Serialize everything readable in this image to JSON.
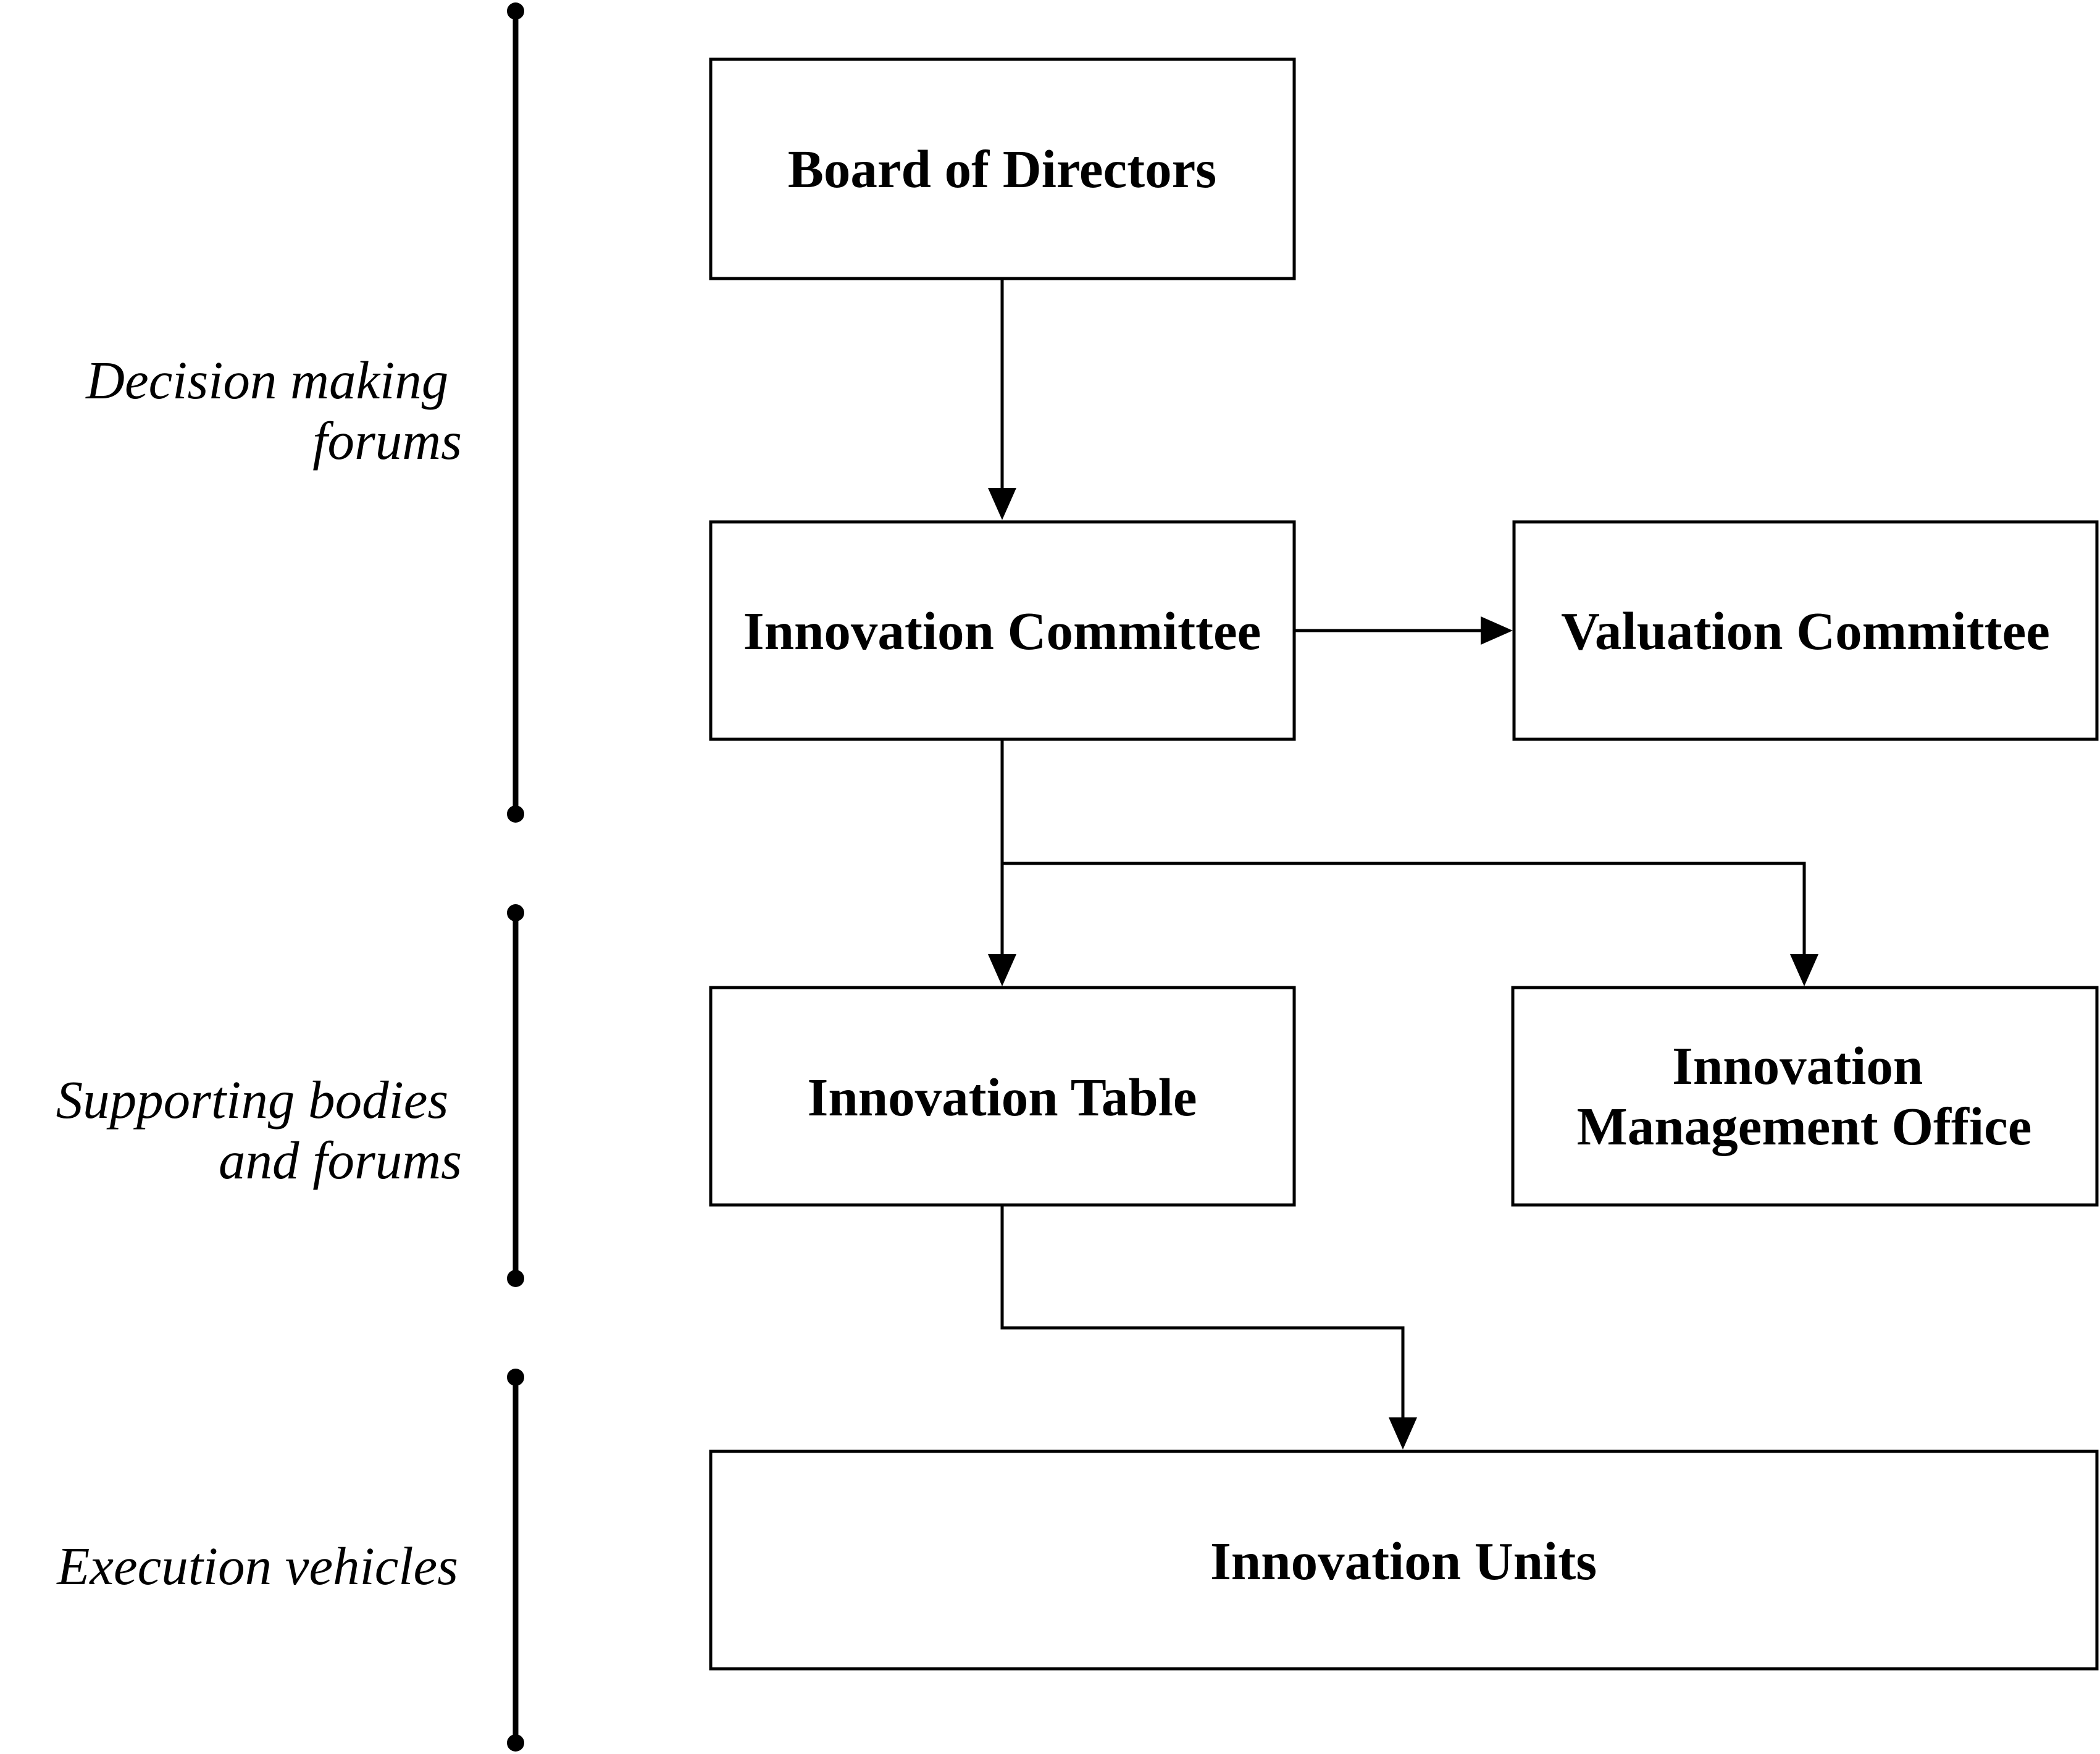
{
  "nodes": {
    "board_of_directors": "Board of Directors",
    "innovation_committee": "Innovation Committee",
    "valuation_committee": "Valuation Committee",
    "innovation_table": "Innovation Table",
    "innovation_management_office": [
      "Innovation",
      "Management Office"
    ],
    "innovation_units": "Innovation Units"
  },
  "groups": {
    "decision_making": [
      "Decision making",
      "forums"
    ],
    "supporting": [
      "Supporting bodies",
      "and forums"
    ],
    "execution": [
      "Execution vehicles"
    ]
  },
  "edges": [
    {
      "from": "board_of_directors",
      "to": "innovation_committee"
    },
    {
      "from": "innovation_committee",
      "to": "valuation_committee"
    },
    {
      "from": "innovation_committee",
      "to": "innovation_table"
    },
    {
      "from": "innovation_committee",
      "to": "innovation_management_office"
    },
    {
      "from": "innovation_table",
      "to": "innovation_units"
    }
  ]
}
